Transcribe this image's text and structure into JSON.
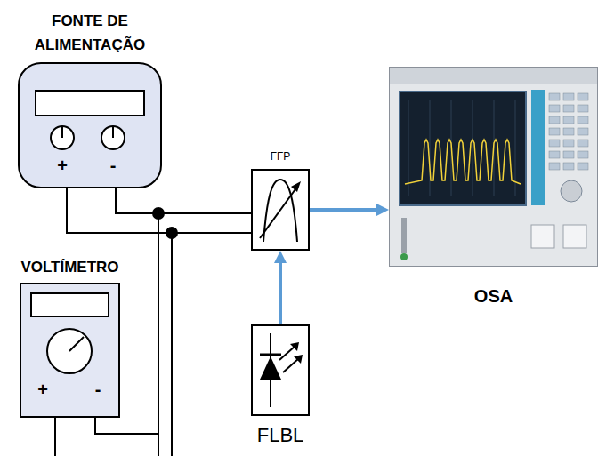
{
  "diagram": {
    "nodes": [
      {
        "text": [
          "FONTE DE ALIMENTAÇÃO",
          "+",
          "-"
        ]
      },
      {
        "text": [
          "VOLTÍMETRO",
          "+",
          "-"
        ]
      },
      {
        "text": [
          "FFP"
        ]
      },
      {
        "text": [
          "OSA"
        ]
      },
      {
        "text": [
          "FLBL"
        ]
      }
    ],
    "edges": [
      {
        "from": 0,
        "to": 2,
        "arrow": "none"
      },
      {
        "from": 0,
        "to": 2,
        "arrow": "none"
      },
      {
        "from": 2,
        "to": 3,
        "arrow": "to"
      },
      {
        "from": 4,
        "to": 2,
        "arrow": "to"
      }
    ]
  }
}
